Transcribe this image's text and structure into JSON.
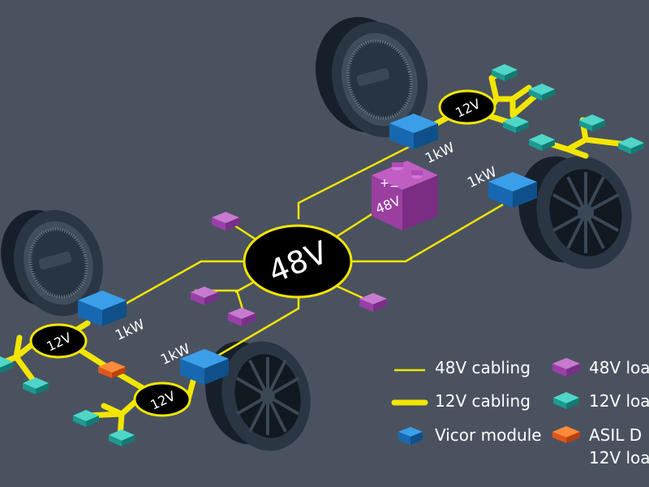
{
  "diagram": {
    "central_bus": "48V",
    "battery": {
      "label": "48V",
      "plus": "+",
      "minus": "−"
    },
    "converters": [
      "12V",
      "12V",
      "12V"
    ],
    "power_ratings": [
      "1kW",
      "1kW",
      "1kW",
      "1kW"
    ]
  },
  "legend": {
    "items": [
      {
        "label": "48V cabling"
      },
      {
        "label": "12V cabling"
      },
      {
        "label": "Vicor module"
      },
      {
        "label": "48V loa"
      },
      {
        "label": "12V loa"
      },
      {
        "label": "ASIL D"
      },
      {
        "label": "12V loa"
      }
    ]
  },
  "colors": {
    "background": "#4a5260",
    "cable_48v": "#f2e600",
    "cable_12v": "#f2e600",
    "vicor_module": "#1e7fd0",
    "load_48v": "#a24bb0",
    "load_12v": "#1fa8a0",
    "asil_d": "#ef6a1e",
    "battery": "#9d3c9c",
    "tire": "#1f2933"
  }
}
